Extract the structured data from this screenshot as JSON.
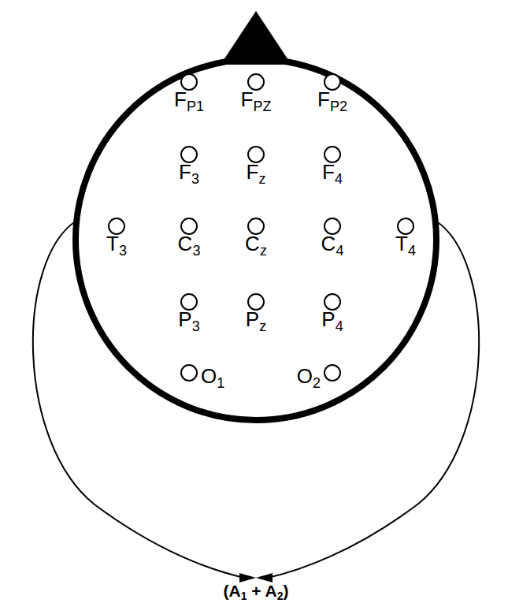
{
  "diagram": {
    "nodes": [
      {
        "text": [
          "FP1"
        ]
      },
      {
        "text": [
          "FPZ"
        ]
      },
      {
        "text": [
          "FP2"
        ]
      },
      {
        "text": [
          "F3"
        ]
      },
      {
        "text": [
          "Fz"
        ]
      },
      {
        "text": [
          "F4"
        ]
      },
      {
        "text": [
          "T3"
        ]
      },
      {
        "text": [
          "C3"
        ]
      },
      {
        "text": [
          "Cz"
        ]
      },
      {
        "text": [
          "C4"
        ]
      },
      {
        "text": [
          "T4"
        ]
      },
      {
        "text": [
          "P3"
        ]
      },
      {
        "text": [
          "Pz"
        ]
      },
      {
        "text": [
          "P4"
        ]
      },
      {
        "text": [
          "O1"
        ]
      },
      {
        "text": [
          "O2"
        ]
      }
    ],
    "labels": [
      "(A1 + A2)"
    ]
  }
}
